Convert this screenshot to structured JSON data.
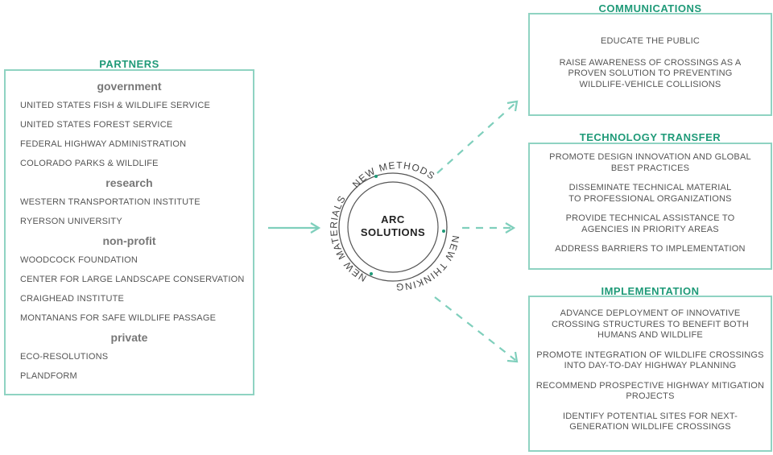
{
  "partners": {
    "title": "PARTNERS",
    "groups": [
      {
        "heading": "government",
        "items": [
          "UNITED STATES FISH & WILDLIFE SERVICE",
          "UNITED STATES FOREST SERVICE",
          "FEDERAL HIGHWAY ADMINISTRATION",
          "COLORADO PARKS & WILDLIFE"
        ]
      },
      {
        "heading": "research",
        "items": [
          "WESTERN TRANSPORTATION INSTITUTE",
          "RYERSON UNIVERSITY"
        ]
      },
      {
        "heading": "non-profit",
        "items": [
          "WOODCOCK FOUNDATION",
          "CENTER FOR LARGE LANDSCAPE CONSERVATION",
          "CRAIGHEAD INSTITUTE",
          "MONTANANS FOR SAFE WILDLIFE PASSAGE"
        ]
      },
      {
        "heading": "private",
        "items": [
          "ECO-RESOLUTIONS",
          "PLANDFORM"
        ]
      }
    ]
  },
  "center": {
    "label": "ARC\nSOLUTIONS",
    "ring": [
      "NEW METHODS",
      "NEW THINKING",
      "NEW MATERIALS"
    ]
  },
  "communications": {
    "title": "COMMUNICATIONS",
    "items": [
      "EDUCATE THE PUBLIC",
      "RAISE AWARENESS OF CROSSINGS AS A\nPROVEN SOLUTION TO PREVENTING\nWILDLIFE-VEHICLE COLLISIONS"
    ]
  },
  "technology_transfer": {
    "title": "TECHNOLOGY TRANSFER",
    "items": [
      "PROMOTE DESIGN INNOVATION AND GLOBAL\nBEST PRACTICES",
      "DISSEMINATE TECHNICAL MATERIAL\nTO PROFESSIONAL ORGANIZATIONS",
      "PROVIDE TECHNICAL ASSISTANCE TO\nAGENCIES IN PRIORITY AREAS",
      "ADDRESS BARRIERS TO IMPLEMENTATION"
    ]
  },
  "implementation": {
    "title": "IMPLEMENTATION",
    "items": [
      "ADVANCE DEPLOYMENT OF INNOVATIVE\nCROSSING STRUCTURES TO BENEFIT BOTH\nHUMANS AND WILDLIFE",
      "PROMOTE INTEGRATION OF WILDLIFE CROSSINGS\nINTO DAY-TO-DAY HIGHWAY PLANNING",
      "RECOMMEND PROSPECTIVE HIGHWAY MITIGATION\nPROJECTS",
      "IDENTIFY POTENTIAL SITES FOR NEXT-\nGENERATION WILDLIFE CROSSINGS"
    ]
  },
  "colors": {
    "accent": "#1f9a78",
    "border": "#8fd3c2",
    "arrow": "#7fcfbc",
    "ring": "#555555"
  }
}
